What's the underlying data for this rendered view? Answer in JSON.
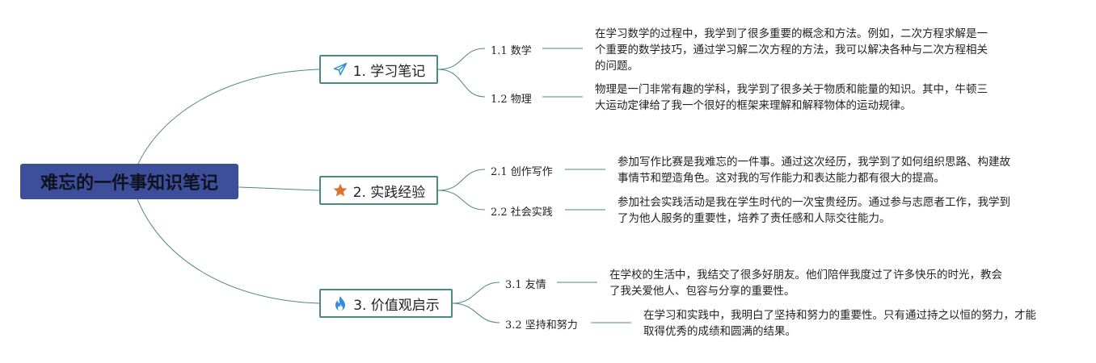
{
  "colors": {
    "root_bg": "#3d4f9b",
    "branch_border": "#4a8a80",
    "connector": "#4a8a80"
  },
  "root": {
    "title": "难忘的一件事知识笔记"
  },
  "branches": [
    {
      "label": "1. 学习笔记",
      "icon": "paper-plane-icon",
      "leaves": [
        {
          "label": "1.1 数学",
          "note": "在学习数学的过程中，我学到了很多重要的概念和方法。例如，二次方程求解是一个重要的数学技巧，通过学习解二次方程的方法，我可以解决各种与二次方程相关的问题。"
        },
        {
          "label": "1.2 物理",
          "note": "物理是一门非常有趣的学科，我学到了很多关于物质和能量的知识。其中，牛顿三大运动定律给了我一个很好的框架来理解和解释物体的运动规律。"
        }
      ]
    },
    {
      "label": "2. 实践经验",
      "icon": "star-icon",
      "leaves": [
        {
          "label": "2.1 创作写作",
          "note": "参加写作比赛是我难忘的一件事。通过这次经历，我学到了如何组织思路、构建故事情节和塑造角色。这对我的写作能力和表达能力都有很大的提高。"
        },
        {
          "label": "2.2 社会实践",
          "note": "参加社会实践活动是我在学生时代的一次宝贵经历。通过参与志愿者工作，我学到了为他人服务的重要性，培养了责任感和人际交往能力。"
        }
      ]
    },
    {
      "label": "3. 价值观启示",
      "icon": "fire-icon",
      "leaves": [
        {
          "label": "3.1 友情",
          "note": "在学校的生活中，我结交了很多好朋友。他们陪伴我度过了许多快乐的时光，教会了我关爱他人、包容与分享的重要性。"
        },
        {
          "label": "3.2 坚持和努力",
          "note": "在学习和实践中，我明白了坚持和努力的重要性。只有通过持之以恒的努力，才能取得优秀的成绩和圆满的结果。"
        }
      ]
    }
  ]
}
